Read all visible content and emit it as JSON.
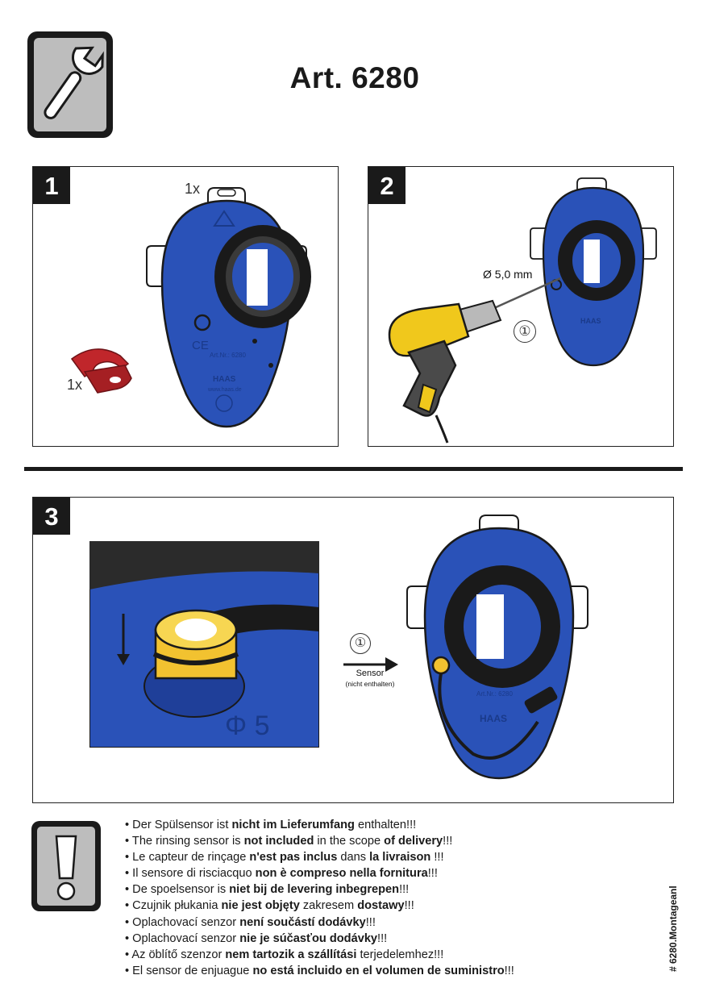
{
  "header": {
    "title": "Art. 6280",
    "icon": "wrench-icon"
  },
  "steps": [
    {
      "number": "1",
      "qty_top": "1x",
      "qty_part": "1x"
    },
    {
      "number": "2",
      "drill_label": "Ø 5,0 mm",
      "callout": "①"
    },
    {
      "number": "3",
      "callout": "①",
      "sensor_label": "Sensor",
      "sensor_note": "(nicht enthalten)"
    }
  ],
  "device": {
    "art_label": "Art.Nr.: 6280",
    "brand": "HAAS",
    "website": "www.haas.de"
  },
  "warning": {
    "icon": "exclamation-icon",
    "lines": [
      {
        "a": "Der Spülsensor ist ",
        "b": "nicht im Lieferumfang",
        "c": " enthalten!!!"
      },
      {
        "a": "The rinsing sensor is ",
        "b": "not included",
        "c": " in the scope ",
        "d": "of delivery",
        "e": "!!!"
      },
      {
        "a": "Le capteur de rinçage ",
        "b": "n'est pas inclus",
        "c": " dans ",
        "d": "la livraison",
        "e": " !!!"
      },
      {
        "a": "Il sensore di risciacquo ",
        "b": "non è compreso nella fornitura",
        "c": "!!!"
      },
      {
        "a": "De spoelsensor is ",
        "b": "niet bij de levering inbegrepen",
        "c": "!!!"
      },
      {
        "a": "Czujnik płukania ",
        "b": "nie jest objęty",
        "c": " zakresem ",
        "d": "dostawy",
        "e": "!!!"
      },
      {
        "a": "Oplachovací senzor ",
        "b": "není součástí dodávky",
        "c": "!!!"
      },
      {
        "a": "Oplachovací senzor ",
        "b": "nie je súčasťou dodávky",
        "c": "!!!"
      },
      {
        "a": "Az öblítő szenzor ",
        "b": "nem tartozik a szállítási",
        "c": " terjedelemhez!!!"
      },
      {
        "a": "El sensor de enjuague ",
        "b": "no está incluido en el volumen de suministro",
        "c": "!!!"
      }
    ]
  },
  "footer": {
    "doc_id": "# 6280.Montageanl"
  },
  "colors": {
    "device_blue": "#2a52b8",
    "sensor_yellow": "#f2c230",
    "clip_red": "#c0262b",
    "drill_yellow": "#f0c81c"
  }
}
